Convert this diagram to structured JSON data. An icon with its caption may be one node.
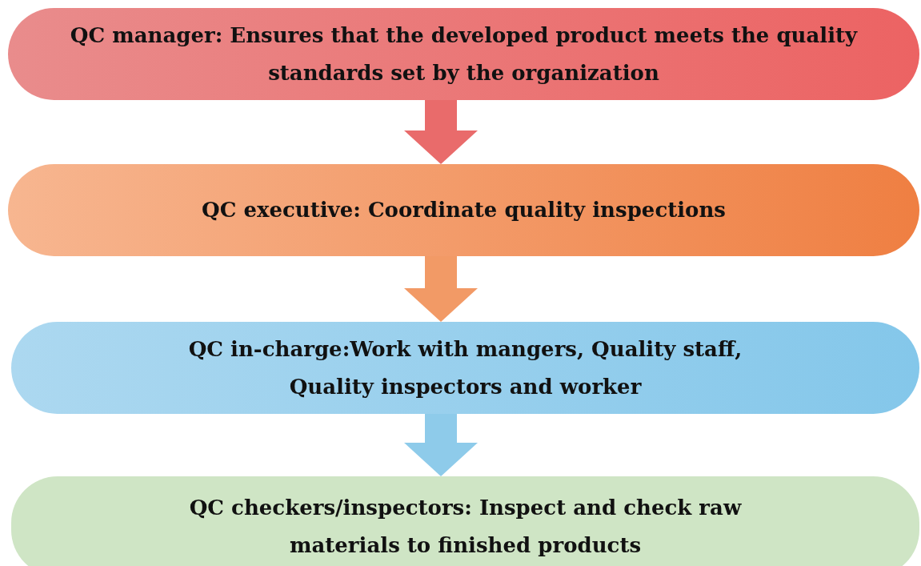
{
  "diagram": {
    "nodes": [
      {
        "text": [
          "QC manager: Ensures that the developed product meets the quality standards set by the organization"
        ]
      },
      {
        "text": [
          "QC executive: Coordinate quality inspections"
        ]
      },
      {
        "text": [
          "QC in-charge:Work with mangers, Quality staff, Quality inspectors and worker"
        ]
      },
      {
        "text": [
          "QC checkers/inspectors: Inspect and check raw materials to finished products"
        ]
      }
    ],
    "edges": [
      {
        "from": 0,
        "to": 1,
        "arrow": "to",
        "color": "#e96b6b"
      },
      {
        "from": 1,
        "to": 2,
        "arrow": "to",
        "color": "#f29a66"
      },
      {
        "from": 2,
        "to": 3,
        "arrow": "to",
        "color": "#8ecbea"
      }
    ]
  }
}
